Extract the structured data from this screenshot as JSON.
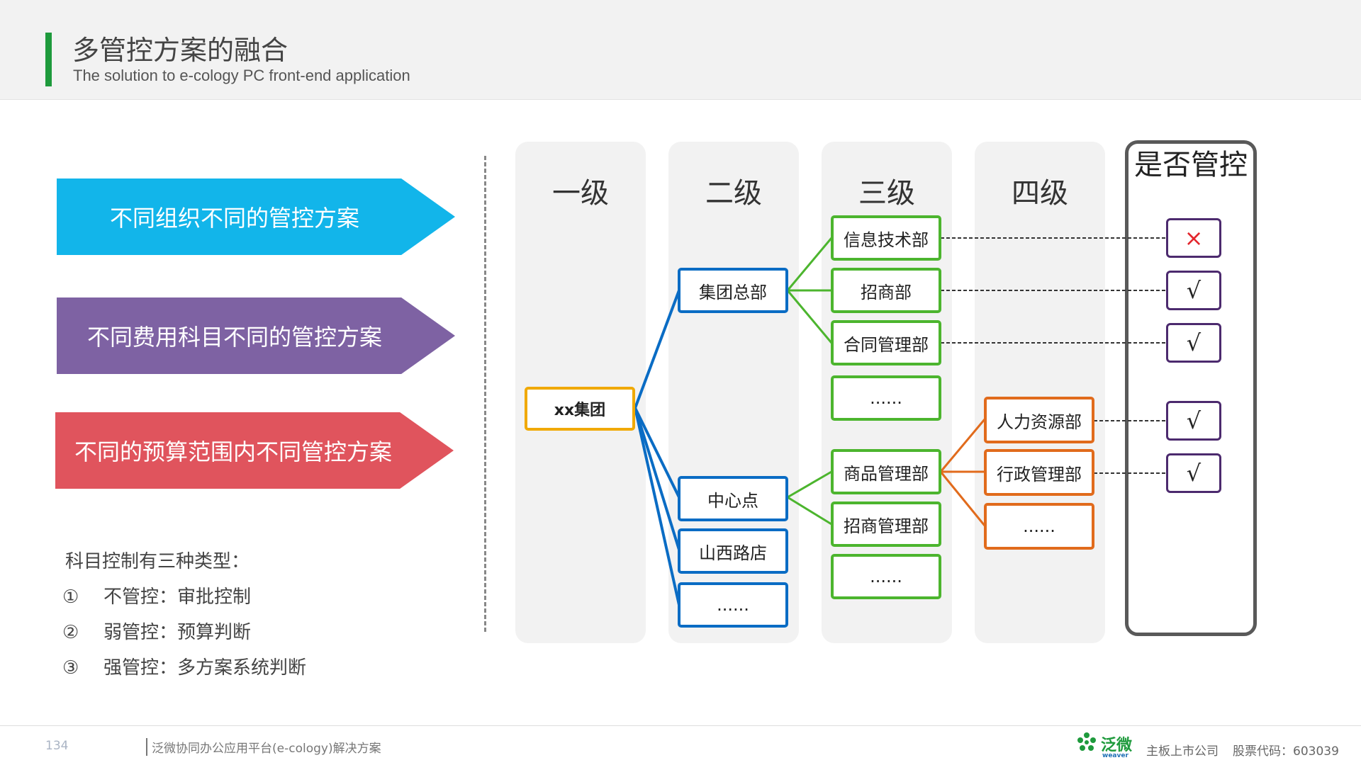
{
  "header": {
    "title": "多管控方案的融合",
    "subtitle": "The solution to e-cology PC front-end application"
  },
  "arrows": [
    {
      "label": "不同组织不同的管控方案",
      "color": "#12b5ea"
    },
    {
      "label": "不同费用科目不同的管控方案",
      "color": "#7e62a3"
    },
    {
      "label": "不同的预算范围内不同管控方案",
      "color": "#e0545d"
    }
  ],
  "types": {
    "title": "科目控制有三种类型：",
    "items": [
      {
        "num": "①",
        "text": "不管控：审批控制"
      },
      {
        "num": "②",
        "text": "弱管控：预算判断"
      },
      {
        "num": "③",
        "text": "强管控：多方案系统判断"
      }
    ]
  },
  "columns": [
    "一级",
    "二级",
    "三级",
    "四级"
  ],
  "control_title": "是否管控",
  "nodes": {
    "root": "xx集团",
    "hq": "集团总部",
    "center": "中心点",
    "shanxi": "山西路店",
    "l2_more": "......",
    "it": "信息技术部",
    "zhaoshang": "招商部",
    "contract": "合同管理部",
    "l3_more_a": "......",
    "goods": "商品管理部",
    "zs_mgmt": "招商管理部",
    "l3_more_b": "......",
    "hr": "人力资源部",
    "admin": "行政管理部",
    "l4_more": "......"
  },
  "marks": [
    "×",
    "√",
    "√",
    "√",
    "√"
  ],
  "colors": {
    "green": "#4cb52e",
    "blue": "#0a6cc4",
    "orange": "#e16b1c",
    "yellow": "#f0a900",
    "purple": "#4c2a6e",
    "brand": "#1e9a3c"
  },
  "footer": {
    "page_number": "134",
    "product": "泛微协同办公应用平台(e-cology)解决方案",
    "brand": "泛微",
    "brand_en": "weaver",
    "company": "主板上市公司",
    "stock": "股票代码：603039"
  }
}
